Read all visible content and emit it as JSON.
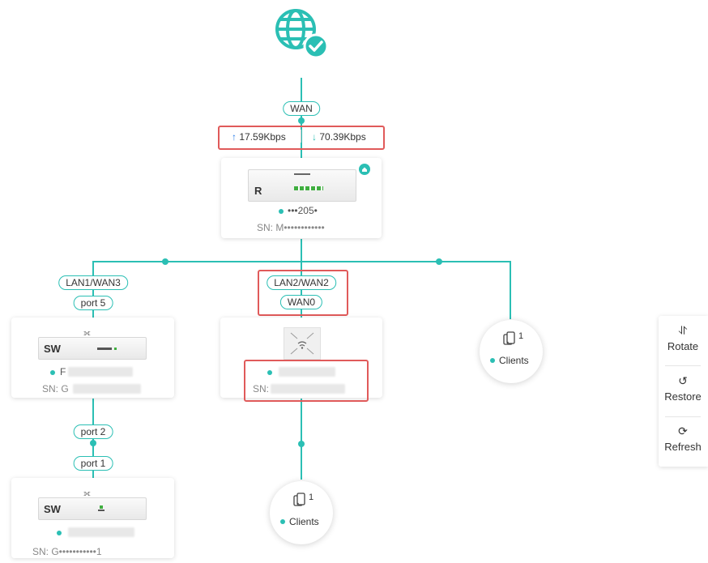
{
  "wan": {
    "label": "WAN",
    "upload": "17.59Kbps",
    "download": "70.39Kbps"
  },
  "router": {
    "model_letter": "R",
    "name": "•••205•",
    "sn": "SN: M••••••••••••"
  },
  "links": {
    "lan1": "LAN1/WAN3",
    "port5": "port 5",
    "lan2": "LAN2/WAN2",
    "wan0": "WAN0",
    "port2": "port 2",
    "port1": "port 1"
  },
  "switch1": {
    "model_letter": "SW",
    "name": "F",
    "sn": "SN: G"
  },
  "ap": {
    "name": "",
    "sn": "SN:"
  },
  "switch2": {
    "model_letter": "SW",
    "name": "",
    "sn": "SN: G•••••••••••1"
  },
  "clients_right": {
    "count": "1",
    "label": "Clients"
  },
  "clients_bottom": {
    "count": "1",
    "label": "Clients"
  },
  "toolbar": {
    "rotate": "Rotate",
    "restore": "Restore",
    "refresh": "Refresh"
  },
  "colors": {
    "accent": "#2bbfb4",
    "highlight": "#e05a5a"
  }
}
